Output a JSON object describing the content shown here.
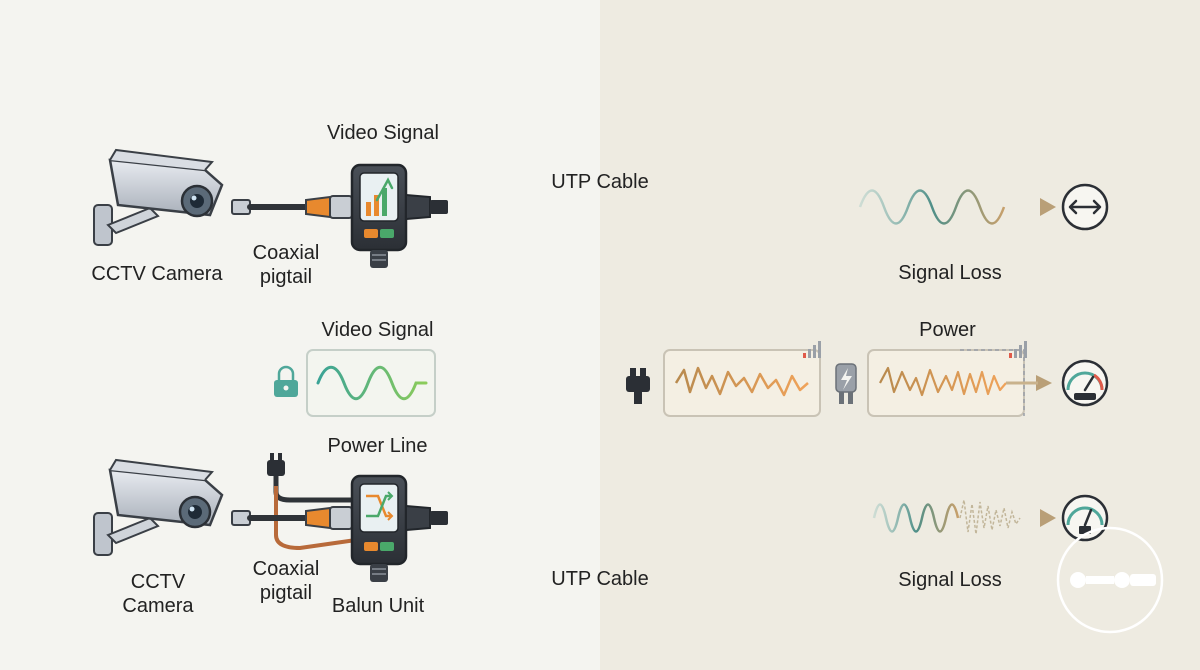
{
  "top_row": {
    "camera_label": "CCTV Camera",
    "pigtail_label": [
      "Coaxial",
      "pigtail"
    ],
    "video_signal_label": "Video Signal",
    "cable_label": "UTP Cable",
    "loss_label": "Signal Loss"
  },
  "middle_row": {
    "video_signal_label": "Video Signal",
    "power_label": "Power",
    "power_line_label": "Power Line"
  },
  "bottom_row": {
    "camera_label": [
      "CCTV",
      "Camera"
    ],
    "pigtail_label": [
      "Coaxial",
      "pigtail"
    ],
    "balun_label": "Balun Unit",
    "cable_label": "UTP Cable",
    "loss_label": "Signal Loss"
  },
  "colors": {
    "cable_blue": "#2f5f8f",
    "accent_orange": "#e8892e",
    "accent_green": "#4aa86a",
    "teal": "#4fa79a",
    "arrow_tan": "#b99f77"
  },
  "icons": [
    "cctv-camera-icon",
    "balun-device-icon",
    "lock-icon",
    "power-plug-icon",
    "lightning-plug-icon",
    "bidirectional-arrow-icon",
    "gauge-icon"
  ]
}
